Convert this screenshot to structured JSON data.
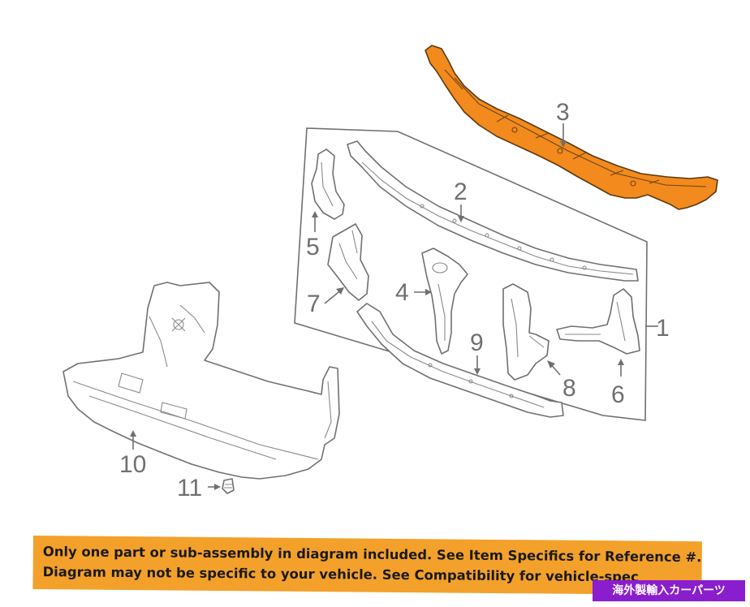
{
  "callouts": {
    "c1": "1",
    "c2": "2",
    "c3": "3",
    "c4": "4",
    "c5": "5",
    "c6": "6",
    "c7": "7",
    "c8": "8",
    "c9": "9",
    "c10": "10",
    "c11": "11"
  },
  "colors": {
    "highlight_part": "#f28a1e",
    "disclaimer_banner": "#f3a12b",
    "watermark_badge": "#8a1ecf",
    "line_art": "#707070"
  },
  "disclaimer": {
    "line1": "Only one part or sub-assembly in diagram included. See Item Specifics for Reference #.",
    "line2": "Diagram may not be specific to your vehicle. See Compatibility for vehicle-spec"
  },
  "watermark": {
    "text": "海外製輸入カーパーツ"
  }
}
